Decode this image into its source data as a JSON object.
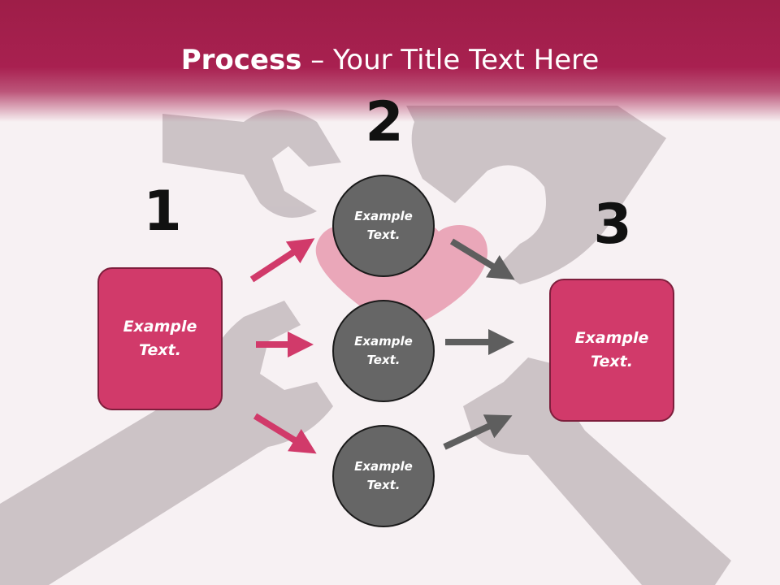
{
  "title": {
    "bold": "Process",
    "rest": " – Your Title Text Here"
  },
  "steps": [
    {
      "number": "1",
      "text": "Example\nText."
    },
    {
      "number": "2"
    },
    {
      "number": "3",
      "text": "Example\nText."
    }
  ],
  "circles": [
    {
      "text": "Example\nText."
    },
    {
      "text": "Example\nText."
    },
    {
      "text": "Example\nText."
    }
  ],
  "colors": {
    "header": "#a82050",
    "box": "#d13a6a",
    "circle": "#666666",
    "pink_arrow": "#d13a6a",
    "gray_arrow": "#5e5e5e"
  }
}
